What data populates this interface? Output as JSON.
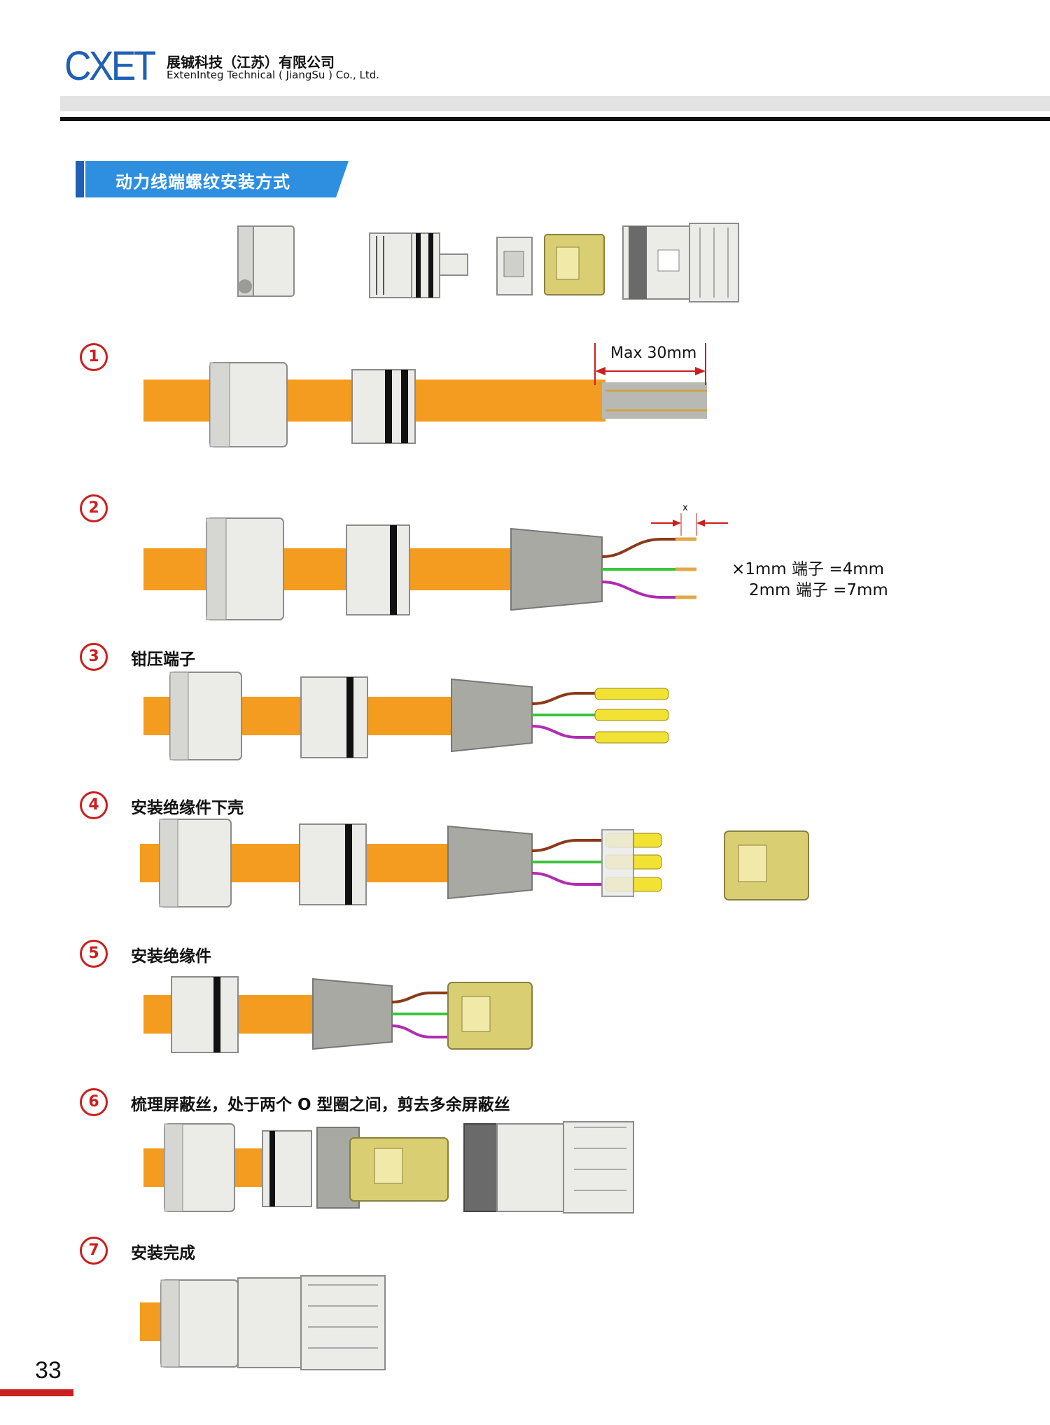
{
  "header": {
    "logo_text": "CXET",
    "company_cn": "展铖科技（江苏）有限公司",
    "company_en": "ExtenInteg Technical ( JiangSu ) Co., Ltd."
  },
  "section": {
    "title": "动力线端螺纹安装方式"
  },
  "steps": [
    {
      "num": "1",
      "label": "",
      "annotation": "Max 30mm"
    },
    {
      "num": "2",
      "label": "",
      "note_line1": "×1mm 端子 =4mm",
      "note_line2": "2mm 端子 =7mm",
      "dim_mark": "x"
    },
    {
      "num": "3",
      "label": "钳压端子"
    },
    {
      "num": "4",
      "label": "安装绝缘件下壳"
    },
    {
      "num": "5",
      "label": "安装绝缘件"
    },
    {
      "num": "6",
      "label": "梳理屏蔽丝，处于两个 O 型圈之间，剪去多余屏蔽丝"
    },
    {
      "num": "7",
      "label": "安装完成"
    }
  ],
  "footer": {
    "page_number": "33"
  },
  "colors": {
    "brand_blue": "#1f5fb5",
    "accent_red": "#cc1f1f",
    "cable_orange": "#f39c1f",
    "part_grey": "#e9e9e6",
    "insulator_yellow": "#d9cf72"
  }
}
